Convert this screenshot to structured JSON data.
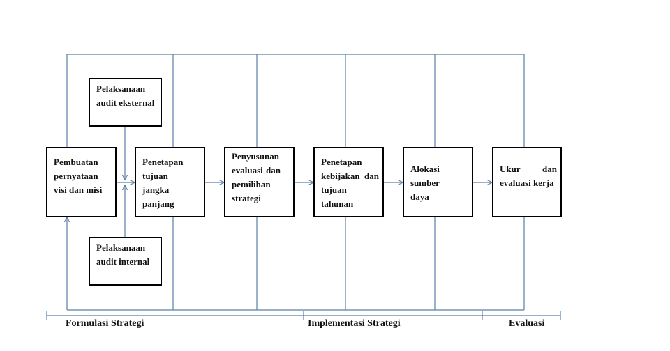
{
  "process_boxes": [
    {
      "id": "visi-misi",
      "label": "Pembuatan pernyataan visi dan misi"
    },
    {
      "id": "tujuan-jangka-panjang",
      "label": "Penetapan tujuan jangka panjang"
    },
    {
      "id": "evaluasi-strategi",
      "label": "Penyusunan evaluasi dan pemilihan strategi"
    },
    {
      "id": "kebijakan-tujuan-tahunan",
      "label": "Penetapan kebijakan dan tujuan tahunan"
    },
    {
      "id": "alokasi-sumber-daya",
      "label": "Alokasi sumber daya"
    },
    {
      "id": "ukur-evaluasi",
      "label": "Ukur dan evaluasi kerja"
    }
  ],
  "audit_boxes": {
    "external": "Pelaksanaan audit eksternal",
    "internal": "Pelaksanaan audit internal"
  },
  "phases": {
    "formulation": "Formulasi Strategi",
    "implementation": "Implementasi Strategi",
    "evaluation": "Evaluasi"
  },
  "colors": {
    "connector": "#5b7fa8",
    "box_border": "#000000",
    "text": "#111111"
  }
}
